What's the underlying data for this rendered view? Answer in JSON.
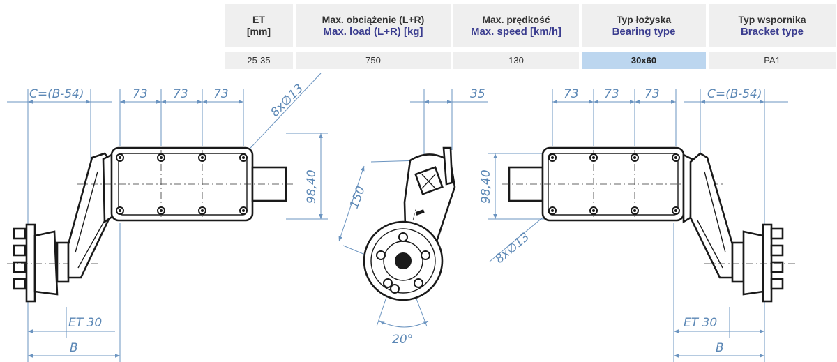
{
  "spec_table": {
    "columns": [
      {
        "pl": "ET",
        "en": "[mm]",
        "value": "25-35"
      },
      {
        "pl": "Max. obciążenie (L+R)",
        "en": "Max. load (L+R) [kg]",
        "value": "750"
      },
      {
        "pl": "Max. prędkość",
        "en": "Max. speed [km/h]",
        "value": "130"
      },
      {
        "pl": "Typ łożyska",
        "en": "Bearing type",
        "value": "30x60"
      },
      {
        "pl": "Typ wspornika",
        "en": "Bracket type",
        "value": "PA1"
      }
    ],
    "highlight_color": "#bcd6ef",
    "english_label_color": "#3b3d8f"
  },
  "dimensions": {
    "left": {
      "c": "C=(B-54)",
      "spacing1": "73",
      "spacing2": "73",
      "spacing3": "73",
      "holes": "8x∅13",
      "height": "98,40",
      "et": "ET 30",
      "b": "B"
    },
    "side": {
      "width": "35",
      "length": "150",
      "angle": "20°"
    },
    "right": {
      "c": "C=(B-54)",
      "spacing1": "73",
      "spacing2": "73",
      "spacing3": "73",
      "holes": "8x∅13",
      "height": "98,40",
      "et": "ET 30",
      "b": "B"
    }
  },
  "dimension_color": "#5b87b5"
}
